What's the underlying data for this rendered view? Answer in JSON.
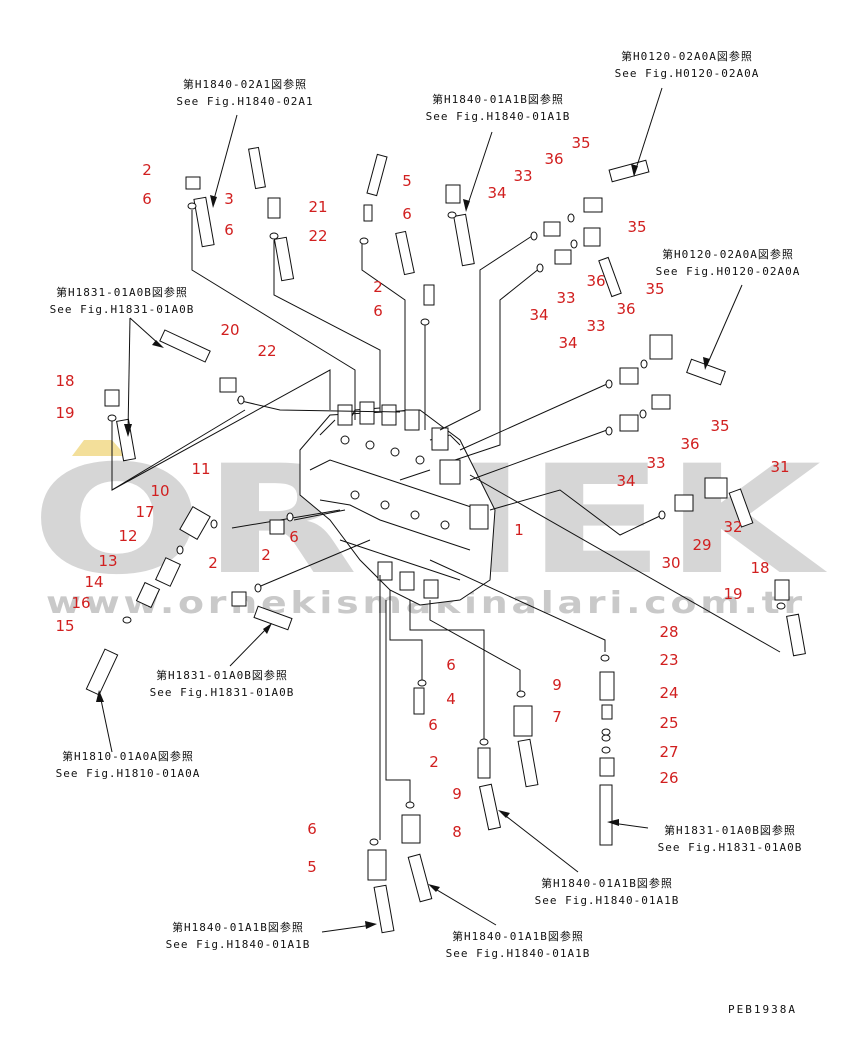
{
  "watermark": {
    "brand": "ORNEK",
    "url": "www.ornekismakinalari.com.tr"
  },
  "references": [
    {
      "id": "ref-h1840-02a1",
      "jp": "第H1840-02A1図参照",
      "en": "See Fig.H1840-02A1"
    },
    {
      "id": "ref-h1840-01a1b-top",
      "jp": "第H1840-01A1B図参照",
      "en": "See Fig.H1840-01A1B"
    },
    {
      "id": "ref-h0120-02a0a-top",
      "jp": "第H0120-02A0A図参照",
      "en": "See Fig.H0120-02A0A"
    },
    {
      "id": "ref-h0120-02a0a-mid",
      "jp": "第H0120-02A0A図参照",
      "en": "See Fig.H0120-02A0A"
    },
    {
      "id": "ref-h1831-01a0b-left",
      "jp": "第H1831-01A0B図参照",
      "en": "See Fig.H1831-01A0B"
    },
    {
      "id": "ref-h1831-01a0b-center",
      "jp": "第H1831-01A0B図参照",
      "en": "See Fig.H1831-01A0B"
    },
    {
      "id": "ref-h1810-01a0a",
      "jp": "第H1810-01A0A図参照",
      "en": "See Fig.H1810-01A0A"
    },
    {
      "id": "ref-h1831-01a0b-right",
      "jp": "第H1831-01A0B図参照",
      "en": "See Fig.H1831-01A0B"
    },
    {
      "id": "ref-h1840-01a1b-midright",
      "jp": "第H1840-01A1B図参照",
      "en": "See Fig.H1840-01A1B"
    },
    {
      "id": "ref-h1840-01a1b-botleft",
      "jp": "第H1840-01A1B図参照",
      "en": "See Fig.H1840-01A1B"
    },
    {
      "id": "ref-h1840-01a1b-botcenter",
      "jp": "第H1840-01A1B図参照",
      "en": "See Fig.H1840-01A1B"
    }
  ],
  "part_numbers": [
    "2",
    "6",
    "3",
    "6",
    "21",
    "22",
    "5",
    "6",
    "34",
    "33",
    "36",
    "35",
    "35",
    "36",
    "33",
    "34",
    "2",
    "6",
    "20",
    "22",
    "18",
    "19",
    "11",
    "10",
    "17",
    "12",
    "13",
    "14",
    "16",
    "15",
    "2",
    "6",
    "2",
    "34",
    "33",
    "36",
    "35",
    "33",
    "36",
    "35",
    "34",
    "31",
    "29",
    "32",
    "30",
    "18",
    "19",
    "1",
    "6",
    "4",
    "6",
    "9",
    "7",
    "2",
    "9",
    "8",
    "6",
    "5",
    "28",
    "23",
    "24",
    "25",
    "27",
    "26"
  ],
  "drawing_code": "PEB1938A"
}
